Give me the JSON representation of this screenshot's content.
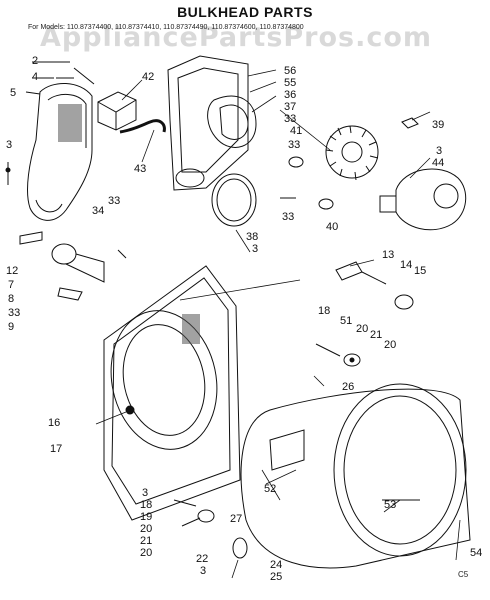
{
  "title": "BULKHEAD PARTS",
  "models_line": "For Models: 110.87374400, 110.87374410, 110.87374490, 110.87374600, 110.87374800",
  "watermark": "AppliancePartsPros.com",
  "corner_code": "C5",
  "callouts": [
    "2",
    "4",
    "5",
    "3",
    "34",
    "33",
    "12",
    "7",
    "8",
    "33",
    "9",
    "42",
    "43",
    "56",
    "55",
    "36",
    "37",
    "33",
    "41",
    "38",
    "3",
    "33",
    "40",
    "33",
    "39",
    "3",
    "44",
    "13",
    "14",
    "15",
    "18",
    "51",
    "20",
    "21",
    "20",
    "26",
    "16",
    "17",
    "52",
    "3",
    "18",
    "19",
    "20",
    "21",
    "20",
    "27",
    "22",
    "3",
    "24",
    "25",
    "53",
    "54"
  ]
}
